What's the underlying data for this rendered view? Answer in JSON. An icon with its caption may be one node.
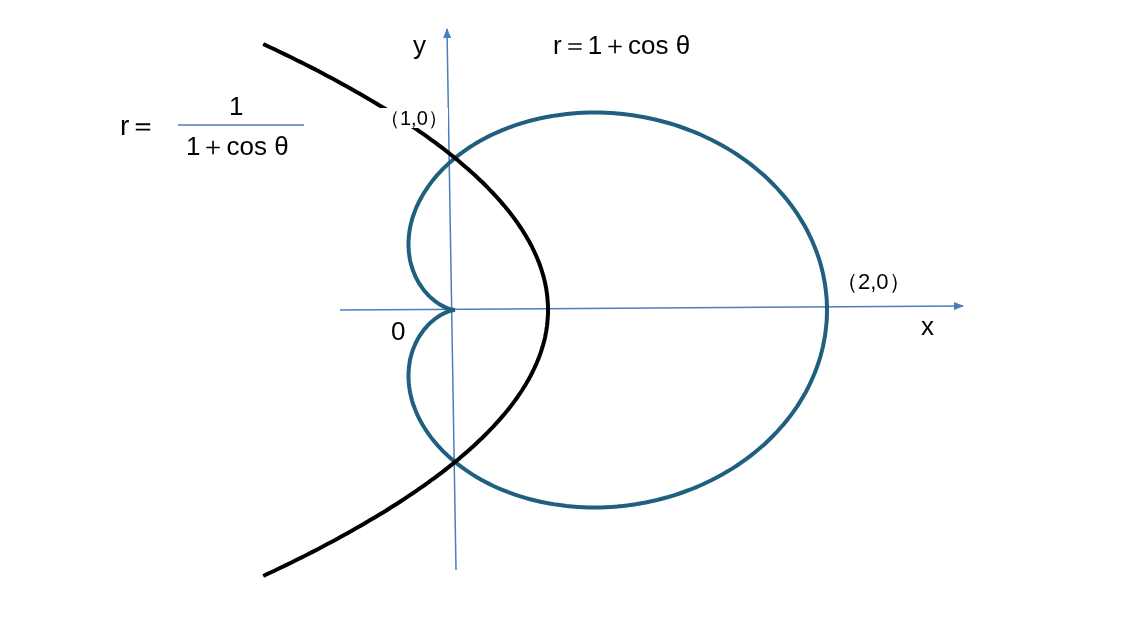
{
  "diagram": {
    "labels": [
      "y",
      "r＝1＋cos θ",
      "r＝",
      "1",
      "1＋cos θ",
      "（1,0）",
      "（2,0）",
      "0",
      "x"
    ]
  }
}
